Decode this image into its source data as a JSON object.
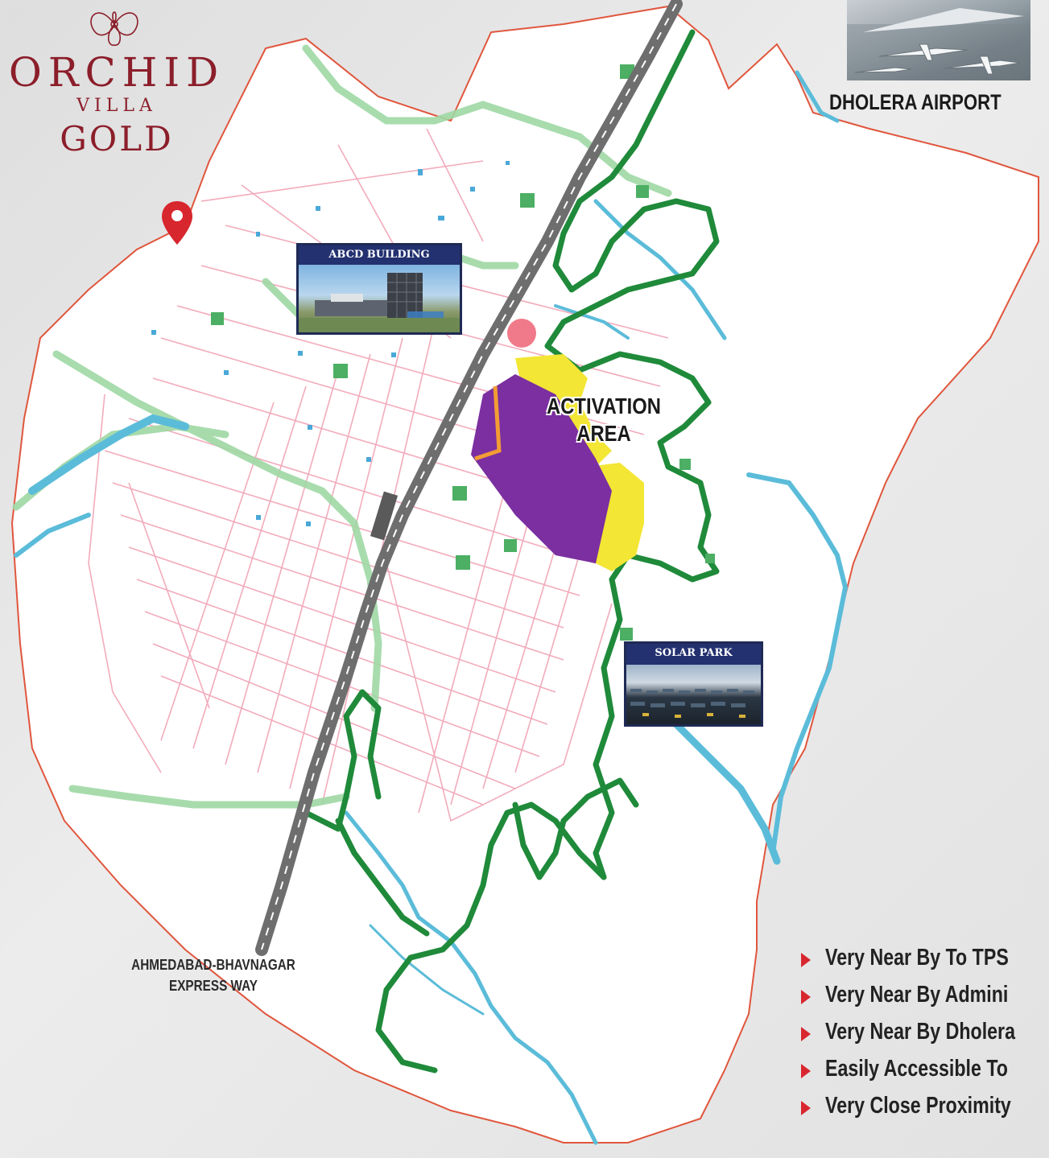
{
  "brand": {
    "line1": "ORCHID",
    "line2": "VILLA",
    "line3": "GOLD",
    "color": "#8b1e2a"
  },
  "airport": {
    "label": "DHOLERA AIRPORT",
    "icon": "airport-photo"
  },
  "landmarks": {
    "abcd_building": "ABCD BUILDING",
    "solar_park": "SOLAR PARK",
    "activation_line1": "ACTIVATION",
    "activation_line2": "AREA"
  },
  "expressway": {
    "line1": "AHMEDABAD-BHAVNAGAR",
    "line2": "EXPRESS WAY"
  },
  "features": [
    {
      "text": "Very Near By To TPS"
    },
    {
      "text": "Very Near By Admini"
    },
    {
      "text": "Very Near By Dholera"
    },
    {
      "text": "Easily Accessible To"
    },
    {
      "text": "Very Close Proximity"
    }
  ],
  "colors": {
    "pin": "#d8262f",
    "green_belt": "#1f8a3a",
    "river": "#5bbcd9",
    "activation_zone": "#7b2fa0",
    "yellow_zone": "#f3e634",
    "road_grid": "#f2a7b8",
    "expressway": "#6e6e6e"
  }
}
